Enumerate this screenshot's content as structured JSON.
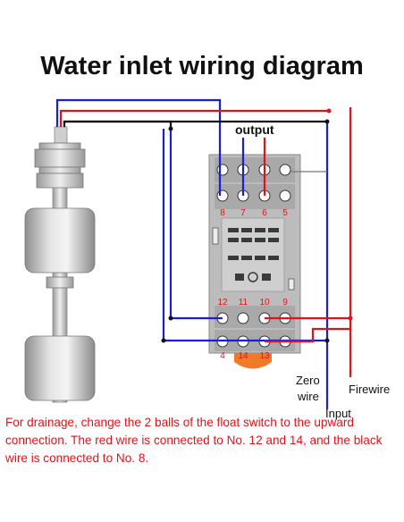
{
  "title": "Water inlet wiring diagram",
  "labels": {
    "output": "output",
    "zero_wire_line1": "Zero",
    "zero_wire_line2": "wire",
    "input": "Input",
    "firewire": "Firewire"
  },
  "terminals": {
    "top": [
      "8",
      "7",
      "6",
      "5"
    ],
    "bottom_upper": [
      "12",
      "11",
      "10",
      "9"
    ],
    "bottom_lower": [
      "4",
      "14",
      "13"
    ]
  },
  "note": "For drainage, change the 2 balls of the float switch to the upward connection. The red wire is connected to No. 12 and 14, and the black wire is connected to No. 8.",
  "colors": {
    "red": "#e3121a",
    "blue": "#1a1fd6",
    "black": "#111111",
    "relay_gray": "#b9b9b9",
    "base_orange": "#f07a2a"
  },
  "icons": [
    "float-switch-icon",
    "relay-socket-icon"
  ]
}
